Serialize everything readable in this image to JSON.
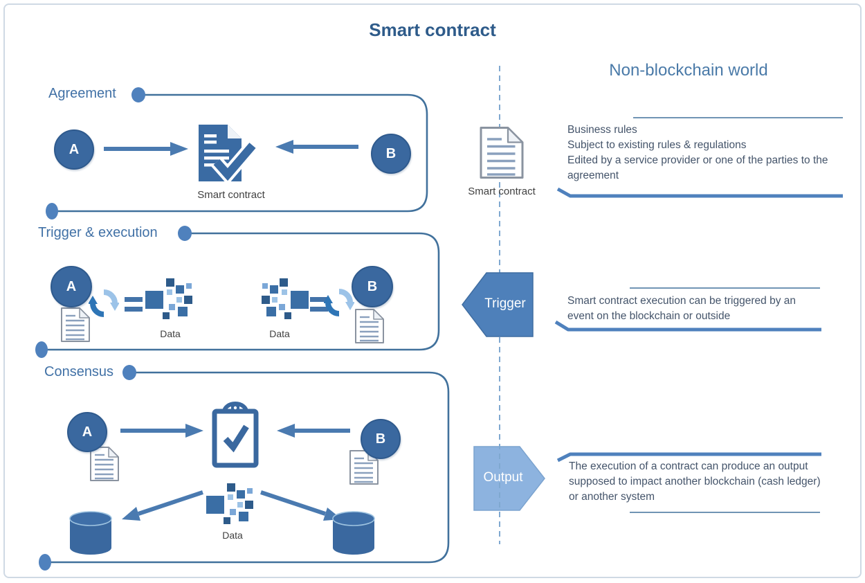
{
  "title": "Smart contract",
  "right": {
    "heading": "Non-blockchain world",
    "agreement": {
      "icon_caption": "Smart contract",
      "items": [
        "Business rules",
        "Subject to existing rules & regulations",
        "Edited by a service provider or one of the parties to the agreement"
      ]
    },
    "trigger": {
      "shape_label": "Trigger",
      "text": "Smart contract execution can be triggered by an event on the blockchain or outside"
    },
    "output": {
      "shape_label": "Output",
      "text": "The execution of a contract can produce an output supposed to impact another blockchain (cash ledger) or another system"
    }
  },
  "sections": {
    "agreement": {
      "label": "Agreement",
      "party_a": "A",
      "party_b": "B",
      "icon_caption": "Smart contract"
    },
    "trigger_execution": {
      "label": "Trigger & execution",
      "party_a": "A",
      "party_b": "B",
      "data_left": "Data",
      "data_right": "Data"
    },
    "consensus": {
      "label": "Consensus",
      "party_a": "A",
      "party_b": "B",
      "data_label": "Data"
    }
  },
  "icons": {
    "agreement_contract": "document-check-icon",
    "party_document": "document-icon",
    "execution": "sync-arrows-icon",
    "data": "data-blocks-icon",
    "consensus_board": "clipboard-check-icon",
    "storage": "database-cylinder-icon",
    "trigger_shape": "arrow-pentagon-left-icon",
    "output_shape": "arrow-pentagon-right-icon"
  },
  "colors": {
    "accent_line": "#41719c",
    "title_text": "#2e5b8a",
    "section_label": "#4171a6",
    "node_fill": "#3a689f",
    "body_text": "#44546a",
    "caption_text": "#404040",
    "trigger_fill": "#4e80ba",
    "output_fill": "#8db3df",
    "callout_thick": "#4f81bd",
    "dashed_line": "#7fa8d0"
  }
}
